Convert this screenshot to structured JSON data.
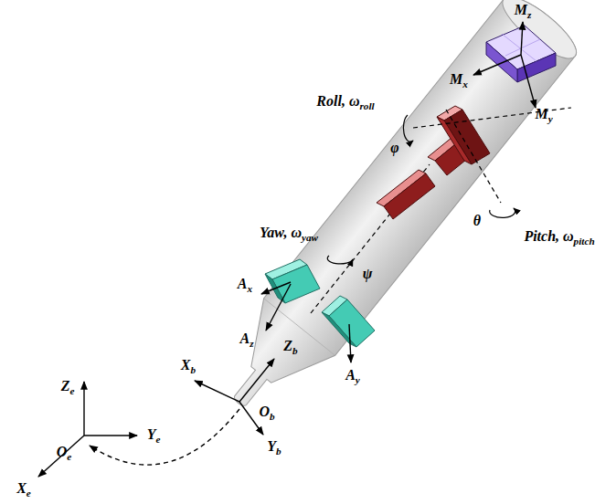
{
  "diagram": {
    "labels": [
      "Mz",
      "Mx",
      "My",
      "Roll, ωroll",
      "φ",
      "θ",
      "Pitch, ωpitch",
      "Yaw, ωyaw",
      "ψ",
      "Ax",
      "Az",
      "Zb",
      "Ay",
      "Xb",
      "Ob",
      "Yb",
      "Ze",
      "Ye",
      "Oe",
      "Xe"
    ]
  }
}
